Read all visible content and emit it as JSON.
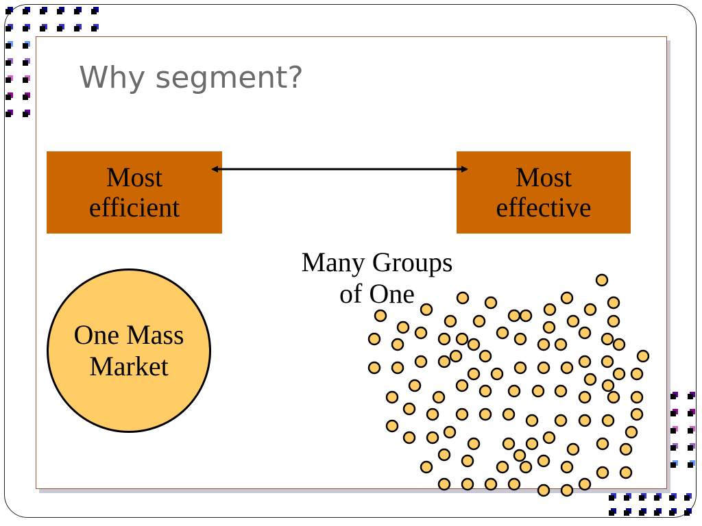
{
  "slide": {
    "title": "Why segment?",
    "box_left": {
      "line1": "Most",
      "line2": "efficient"
    },
    "box_right": {
      "line1": "Most",
      "line2": "effective"
    },
    "mass_market": {
      "line1": "One Mass",
      "line2": "Market"
    },
    "many_groups": {
      "line1": "Many Groups",
      "line2": "of One"
    }
  },
  "colors": {
    "box_fill": "#cc6600",
    "circle_fill": "#ffcc66",
    "dot_fill": "#ffcc66",
    "title_text": "#6b6b6b",
    "slide_border": "#a0502e"
  },
  "decor": {
    "square_palette": [
      "#000099",
      "#3333cc",
      "#6699ff",
      "#9966cc",
      "#cc66cc",
      "#990099",
      "#660099"
    ]
  }
}
